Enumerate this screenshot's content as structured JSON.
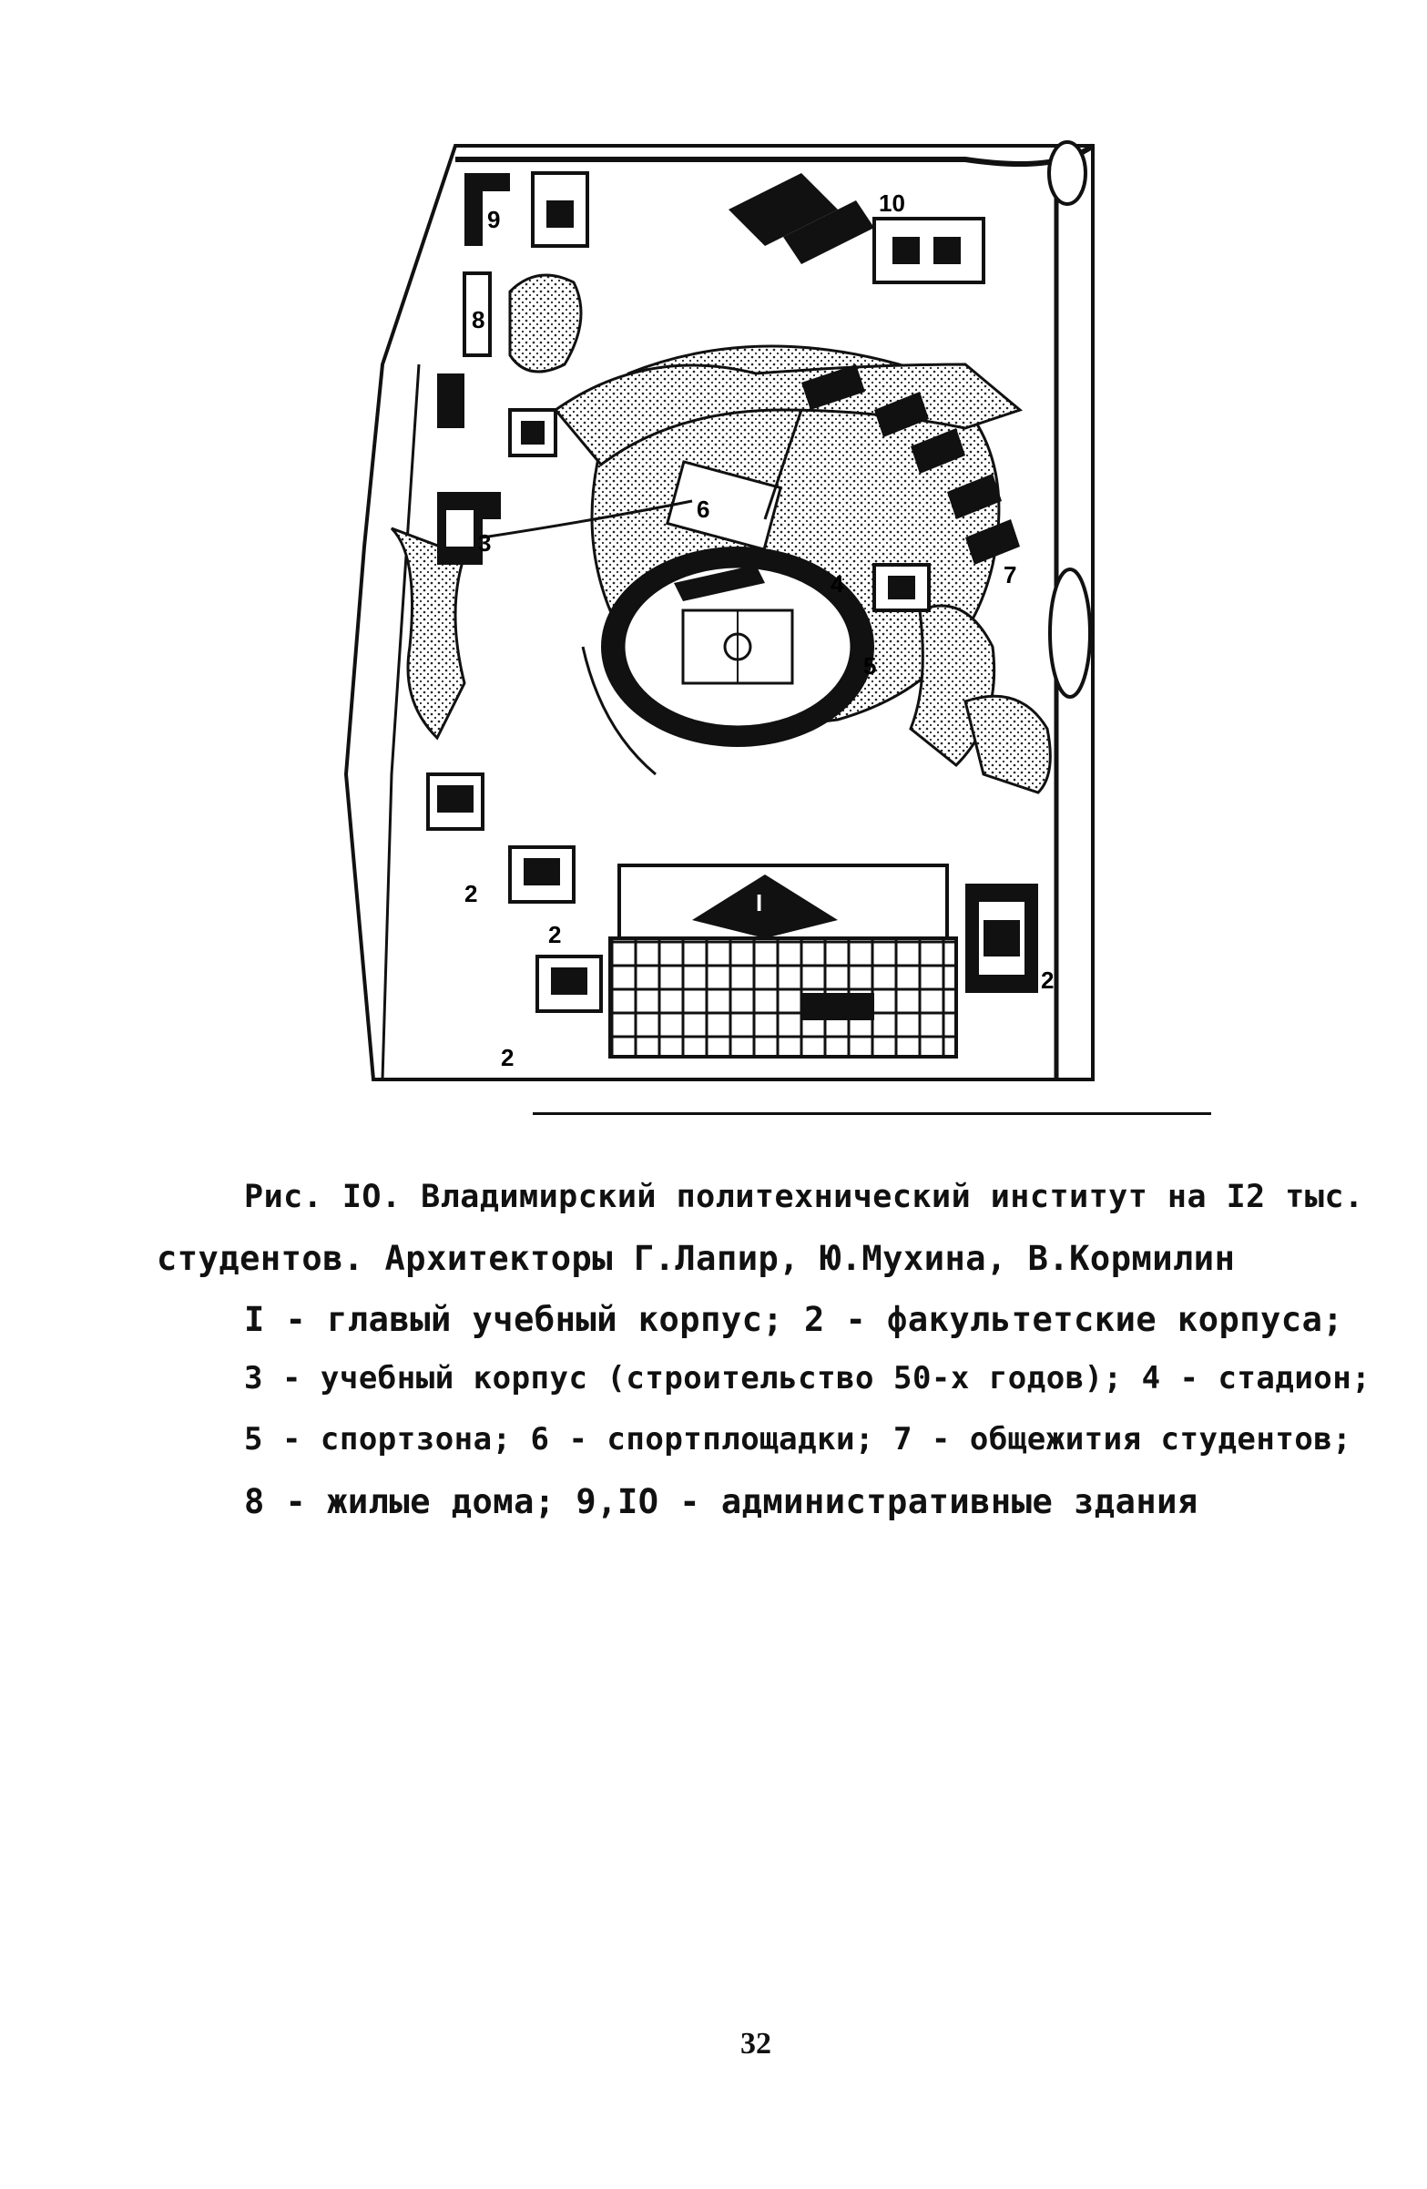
{
  "figure": {
    "labels": {
      "n1": "I",
      "n2": "2",
      "n3": "3",
      "n4": "4",
      "n5": "5",
      "n6": "6",
      "n7": "7",
      "n8": "8",
      "n9": "9",
      "n10": "10"
    }
  },
  "caption": {
    "line1": "Рис. IO. Владимирский политехнический институт на I2 тыс.",
    "line2": "студентов. Архитекторы Г.Лапир, Ю.Мухина, В.Кормилин",
    "line3": "I - главый учебный корпус; 2 - факультетские корпуса;",
    "line4": "3 - учебный корпус (строительство 50-х годов); 4 - стадион;",
    "line5": "5 - спортзона; 6 - спортплощадки; 7 - общежития студентов;",
    "line6": "8 - жилые дома; 9,IO - административные здания"
  },
  "page_number": "32"
}
